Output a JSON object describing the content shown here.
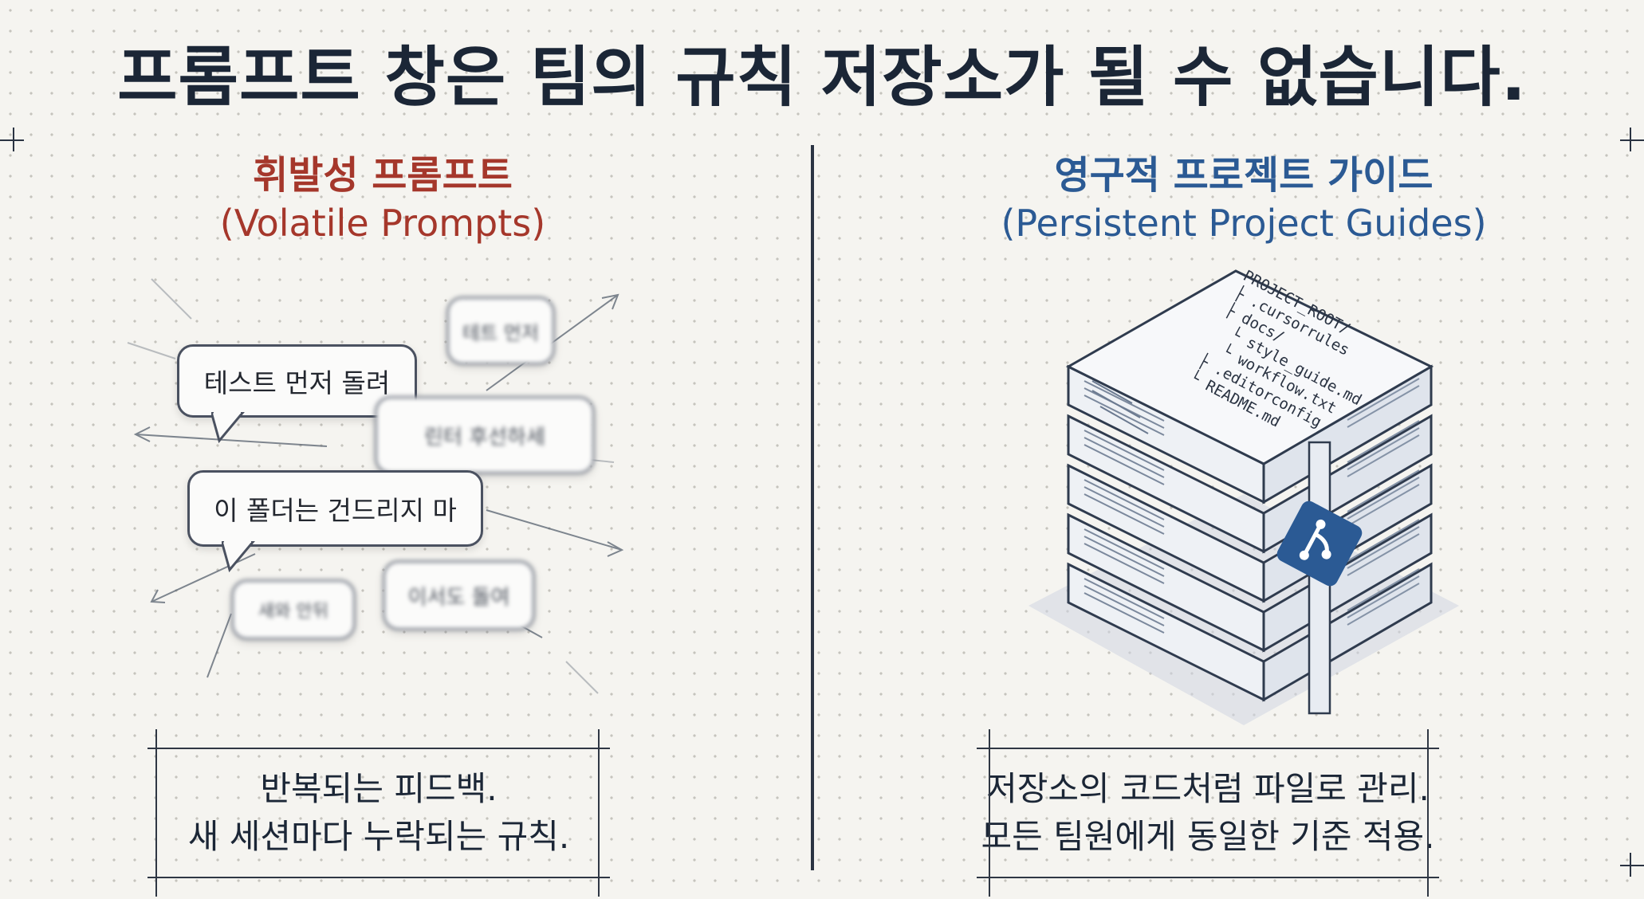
{
  "title": "프롬프트 창은 팀의 규칙 저장소가 될 수 없습니다.",
  "left": {
    "heading_ko": "휘발성 프롬프트",
    "heading_en": "(Volatile Prompts)",
    "bubbles": [
      "테스트 먼저 돌려",
      "이 폴더는 건드리지 마",
      "테트 먼저",
      "린터 후선하세",
      "새와 안뒤",
      "이서도 돌여"
    ],
    "caption_lines": [
      "반복되는 피드백.",
      "새 세션마다 누락되는 규칙."
    ],
    "color": "#a5372b"
  },
  "right": {
    "heading_ko": "영구적 프로젝트 가이드",
    "heading_en": "(Persistent Project Guides)",
    "file_tree": [
      "PROJECT_ROOT/",
      "├ .cursorrules",
      "├ docs/",
      "└ style_guide.md",
      "└ workflow.txt",
      "├ .editorconfig",
      "└ README.md"
    ],
    "icon": "git-branch-icon",
    "caption_lines": [
      "저장소의 코드처럼 파일로 관리.",
      "모든 팀원에게 동일한 기준 적용."
    ],
    "color": "#2b5a94"
  }
}
